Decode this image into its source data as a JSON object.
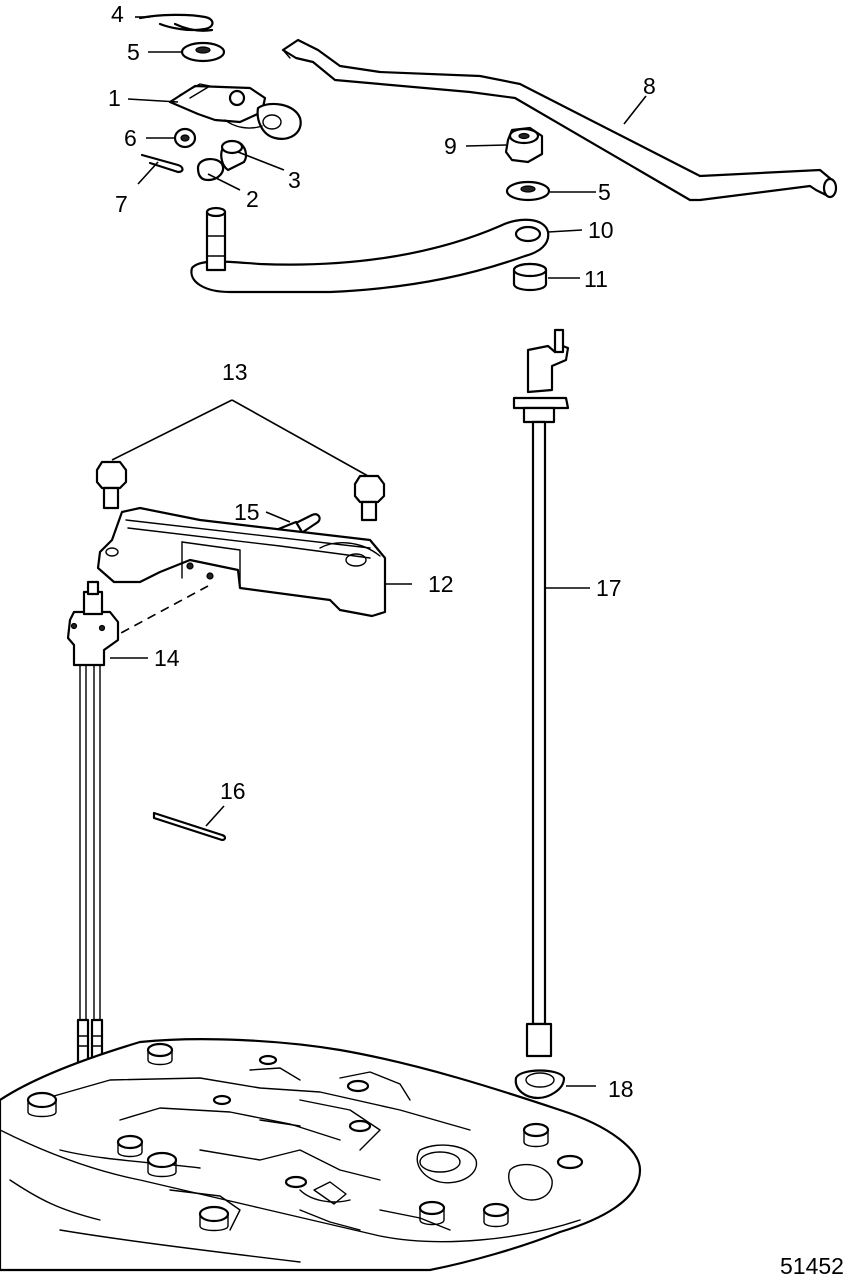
{
  "figure_number": "51452",
  "callouts": [
    "1",
    "2",
    "3",
    "4",
    "5",
    "5",
    "6",
    "7",
    "8",
    "9",
    "10",
    "11",
    "12",
    "13",
    "14",
    "15",
    "16",
    "17",
    "18"
  ]
}
